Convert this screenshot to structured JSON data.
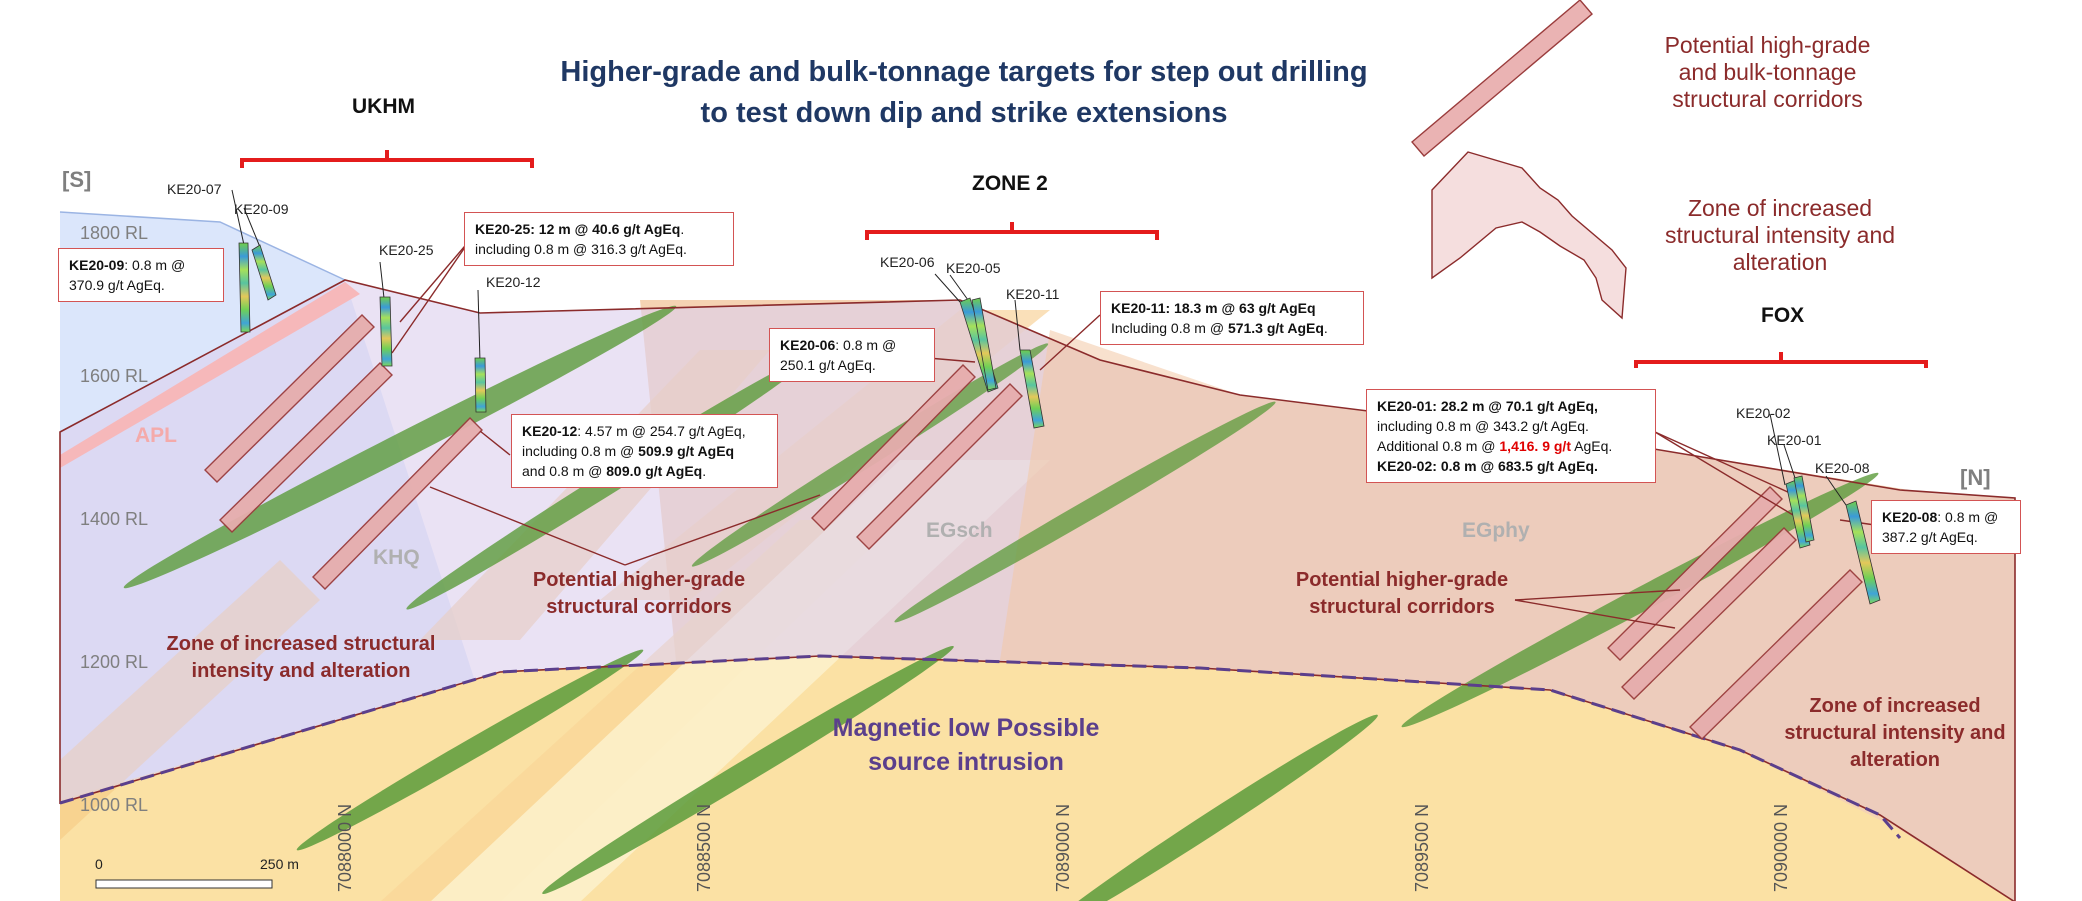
{
  "title_line1": "Higher-grade and bulk-tonnage targets for step out drilling",
  "title_line2": "to test down dip and strike extensions",
  "zones": {
    "ukhm": "UKHM",
    "zone2": "ZONE 2",
    "fox": "FOX"
  },
  "section_ends": {
    "south": "[S]",
    "north": "[N]"
  },
  "rl_labels": [
    "1800 RL",
    "1600 RL",
    "1400 RL",
    "1200 RL",
    "1000 RL"
  ],
  "northings": [
    "7088000 N",
    "7088500 N",
    "7089000 N",
    "7089500 N",
    "7090000 N"
  ],
  "units": {
    "apl": "APL",
    "khq": "KHQ",
    "egsch": "EGsch",
    "egphy": "EGphy"
  },
  "drillholes": {
    "ke20_07": "KE20-07",
    "ke20_09": "KE20-09",
    "ke20_25": "KE20-25",
    "ke20_12": "KE20-12",
    "ke20_06": "KE20-06",
    "ke20_05": "KE20-05",
    "ke20_11": "KE20-11",
    "ke20_02": "KE20-02",
    "ke20_01": "KE20-01",
    "ke20_08": "KE20-08"
  },
  "callouts": {
    "ke20_09": {
      "hole": "KE20-09",
      "l1": ": 0.8 m @",
      "l2": "370.9 g/t AgEq."
    },
    "ke20_25": {
      "l1": "KE20-25: 12 m @ 40.6 g/t AgEq",
      "l1_end": ".",
      "l2": "including 0.8 m @ 316.3 g/t AgEq."
    },
    "ke20_12": {
      "hole": "KE20-12",
      "l1": ": 4.57 m @ 254.7 g/t AgEq,",
      "l2a": "including 0.8 m @ ",
      "l2b": "509.9 g/t AgEq",
      "l3a": "and 0.8 m @ ",
      "l3b": "809.0 g/t AgEq",
      "l3c": "."
    },
    "ke20_06": {
      "hole": "KE20-06",
      "l1": ": 0.8 m @",
      "l2": "250.1 g/t AgEq."
    },
    "ke20_11": {
      "hole": "KE20-11",
      "l1": ": 18.3 m @ 63 g/t AgEq",
      "l2a": "Including 0.8 m @ ",
      "l2b": "571.3 g/t AgEq",
      "l2c": "."
    },
    "ke20_01": {
      "hole": "KE20-01",
      "l1": ": 28.2 m @ 70.1 g/t AgEq,",
      "l2": "including 0.8 m @ 343.2 g/t AgEq.",
      "l3a": "Additional 0.8 m @ ",
      "l3b": "1,416. 9 g/t",
      "l3c": " AgEq.",
      "hole2": "KE20-02",
      "l4": ": 0.8 m @ 683.5 g/t AgEq."
    },
    "ke20_08": {
      "hole": "KE20-08",
      "l1": ": 0.8 m @",
      "l2": "387.2 g/t AgEq."
    }
  },
  "annotations": {
    "corridors": "Potential higher-grade structural corridors",
    "zone_intensity_left": "Zone of increased structural intensity and alteration",
    "zone_intensity_right": "Zone of increased structural intensity and alteration",
    "magnetic": "Magnetic low Possible source intrusion"
  },
  "legend": {
    "corridor": "Potential high-grade and bulk-tonnage structural corridors",
    "zone": "Zone of increased structural intensity and alteration"
  },
  "scale": {
    "start": "0",
    "end": "250 m"
  },
  "colors": {
    "title": "#1f3864",
    "callout_border": "#d35454",
    "highlight": "#e00000",
    "annotation": "#8b2b2b",
    "intrusion_outline": "#5b3f8c",
    "bracket": "#e41c1c"
  }
}
